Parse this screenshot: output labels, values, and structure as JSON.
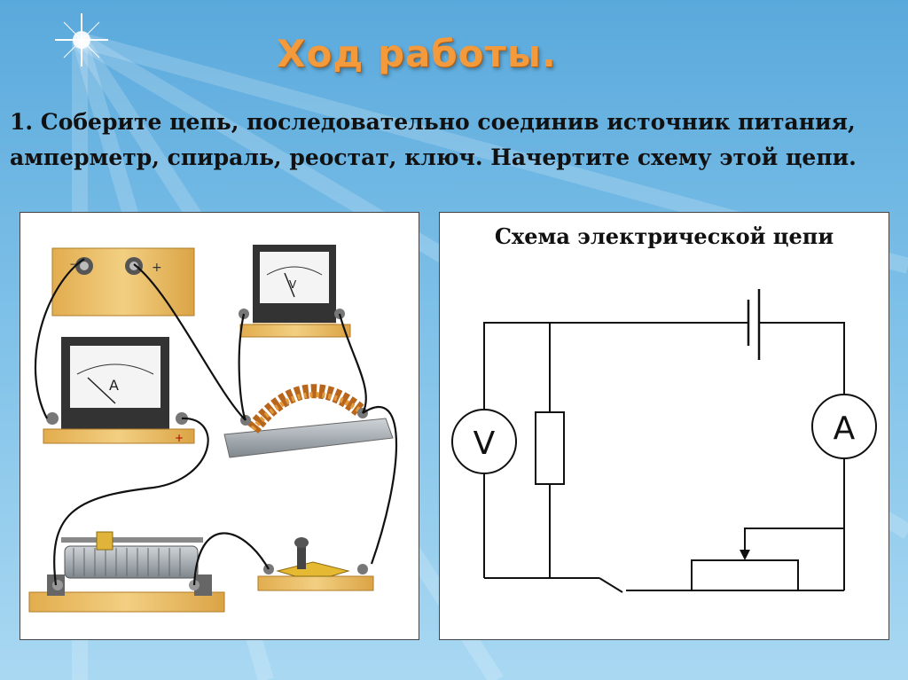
{
  "slide": {
    "title": "Ход работы.",
    "task_text": "1. Соберите цепь, последовательно соединив источник питания, амперметр, спираль, реостат, ключ. Начертите схему этой цепи."
  },
  "assembly_panel": {
    "ammeter_symbol": "A",
    "voltmeter_symbol": "V"
  },
  "scheme_panel": {
    "title": "Схема электрической цепи",
    "voltmeter_symbol": "V",
    "ammeter_symbol": "A"
  },
  "colors": {
    "background": "#6db7e4",
    "title_orange": "#f39a3c",
    "wood": "#e8b85a"
  }
}
